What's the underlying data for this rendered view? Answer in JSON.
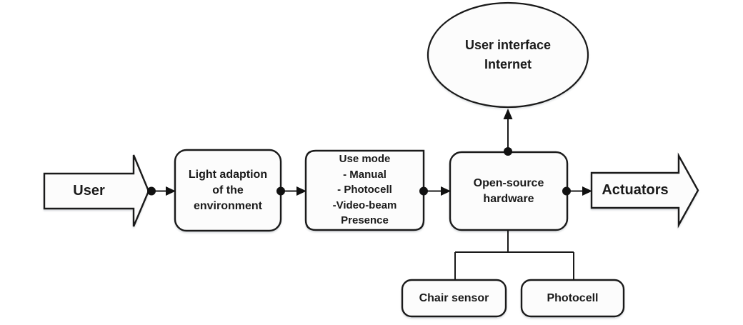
{
  "colors": {
    "background": "#ffffff",
    "shape_fill": "#fcfcfc",
    "stroke": "#1a1a1a",
    "text": "#1a1a1a",
    "connector_dot": "#111111"
  },
  "diagram": {
    "nodes": {
      "user": {
        "shape": "block-arrow",
        "label": "User"
      },
      "light_adaption": {
        "shape": "rounded-rect",
        "label": "Light adaption\nof the\nenvironment"
      },
      "use_mode": {
        "shape": "rounded-rect-square-topright",
        "label": "Use mode\n- Manual\n- Photocell\n-Video-beam\nPresence"
      },
      "open_source_hardware": {
        "shape": "rounded-rect",
        "label": "Open-source\nhardware"
      },
      "user_interface_internet": {
        "shape": "ellipse",
        "label": "User interface\nInternet"
      },
      "actuators": {
        "shape": "block-arrow",
        "label": "Actuators"
      },
      "chair_sensor": {
        "shape": "rounded-rect",
        "label": "Chair sensor"
      },
      "photocell": {
        "shape": "rounded-rect",
        "label": "Photocell"
      }
    },
    "edges": [
      {
        "from": "user",
        "to": "light_adaption",
        "style": "dot-arrow"
      },
      {
        "from": "light_adaption",
        "to": "use_mode",
        "style": "dot-arrow"
      },
      {
        "from": "use_mode",
        "to": "open_source_hardware",
        "style": "dot-arrow"
      },
      {
        "from": "open_source_hardware",
        "to": "user_interface_internet",
        "style": "dot-arrow"
      },
      {
        "from": "open_source_hardware",
        "to": "actuators",
        "style": "dot-arrow"
      },
      {
        "from": "open_source_hardware",
        "to": "chair_sensor",
        "style": "plain-line"
      },
      {
        "from": "open_source_hardware",
        "to": "photocell",
        "style": "plain-line"
      }
    ]
  }
}
